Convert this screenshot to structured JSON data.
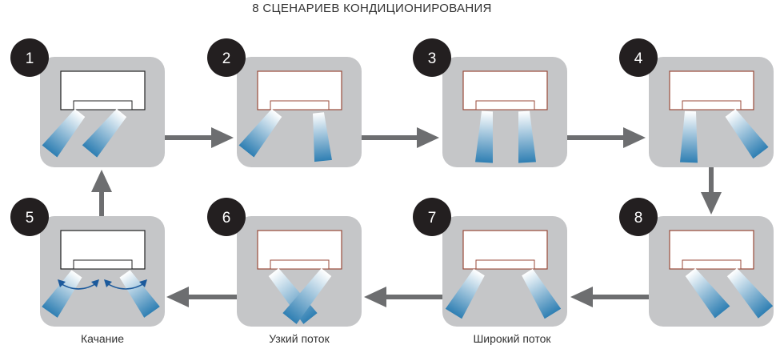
{
  "title": "8 СЦЕНАРИЕВ КОНДИЦИОНИРОВАНИЯ",
  "scenarios": [
    {
      "number": "1",
      "caption": "",
      "airflow": "left-left"
    },
    {
      "number": "2",
      "caption": "",
      "airflow": "left-down"
    },
    {
      "number": "3",
      "caption": "",
      "airflow": "down-down"
    },
    {
      "number": "4",
      "caption": "",
      "airflow": "down-right"
    },
    {
      "number": "5",
      "caption": "Качание",
      "airflow": "swing"
    },
    {
      "number": "6",
      "caption": "Узкий поток",
      "airflow": "narrow"
    },
    {
      "number": "7",
      "caption": "Широкий поток",
      "airflow": "wide"
    },
    {
      "number": "8",
      "caption": "",
      "airflow": "right-right"
    }
  ],
  "colors": {
    "panel": "#c5c6c8",
    "badge": "#231f20",
    "arrow": "#6d6e70",
    "unit_outline": "#9a4a3a",
    "flow_dark": "#2f7fb3",
    "flow_light": "#ffffff",
    "swing_arrow": "#1c5a9c"
  }
}
